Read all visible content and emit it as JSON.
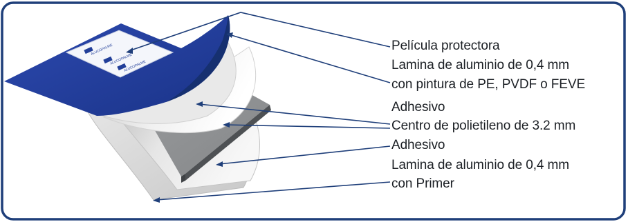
{
  "diagram": {
    "brand_logo_text": "ALUCOPALME",
    "colors": {
      "border": "#1f3f7a",
      "leader_line": "#1f3f7a",
      "blue_layer": "#233f9a",
      "core_gray": "#8c8e90",
      "label_text": "#1b1f24"
    },
    "labels": [
      "Película protectora",
      "Lamina de aluminio de 0,4 mm",
      "con pintura de PE, PVDF o FEVE",
      "Adhesivo",
      "Centro de polietileno de 3.2 mm",
      "Adhesivo",
      "Lamina de aluminio de 0,4 mm",
      "con Primer"
    ]
  }
}
